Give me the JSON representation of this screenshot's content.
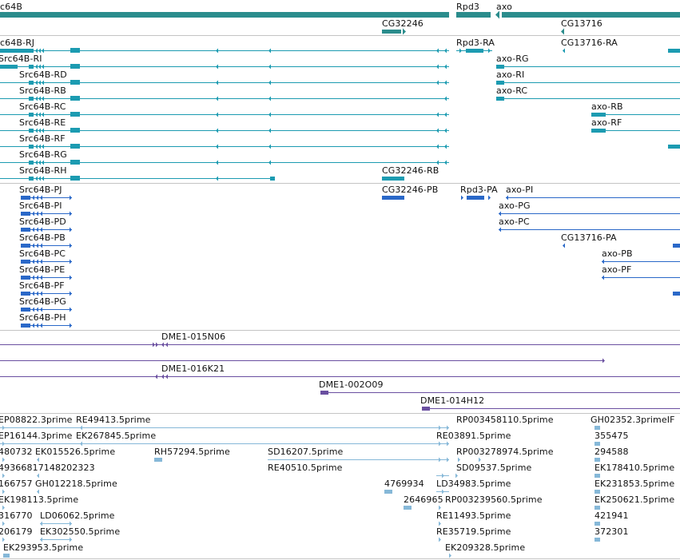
{
  "colors": {
    "gene": "#2a8c8c",
    "transcript": "#1c9bb1",
    "protein": "#2a68c8",
    "clone": "#6a4fa0",
    "est": "#86b8d8",
    "separator": "#c4c4c4"
  },
  "gene_track": {
    "labels": [
      "c64B",
      "Rpd3",
      "axo",
      "CG32246",
      "CG13716"
    ]
  },
  "transcript_track": {
    "labels": [
      "c64B-RJ",
      "Rpd3-RA",
      "CG13716-RA",
      "Src64B-RI",
      "axo-RG",
      "Src64B-RD",
      "axo-RI",
      "Src64B-RB",
      "axo-RC",
      "Src64B-RC",
      "axo-RB",
      "Src64B-RE",
      "axo-RF",
      "Src64B-RF",
      "Src64B-RG",
      "Src64B-RH",
      "CG32246-RB"
    ]
  },
  "protein_track": {
    "labels": [
      "Src64B-PJ",
      "CG32246-PB",
      "Rpd3-PA",
      "axo-PI",
      "Src64B-PI",
      "axo-PG",
      "Src64B-PD",
      "axo-PC",
      "Src64B-PB",
      "CG13716-PA",
      "Src64B-PC",
      "axo-PB",
      "Src64B-PE",
      "axo-PF",
      "Src64B-PF",
      "Src64B-PG",
      "Src64B-PH"
    ]
  },
  "clone_track": {
    "labels": [
      "DME1-015N06",
      "DME1-016K21",
      "DME1-002O09",
      "DME1-014H12"
    ]
  },
  "est_track": {
    "labels": [
      "EP08822.3prime",
      "RE49413.5prime",
      "RP003458110.5prime",
      "GH02352.3primeIF",
      "EP16144.3prime",
      "EK267845.5prime",
      "RE03891.5prime",
      "355475",
      "480732",
      "EK015526.5prime",
      "RH57294.5prime",
      "SD16207.5prime",
      "RP003278974.5prime",
      "294588",
      "49366817148202323",
      "RE40510.5prime",
      "SD09537.5prime",
      "EK178410.5prime",
      "166757",
      "GH012218.5prime",
      "4769934",
      "LD34983.5prime",
      "EK231853.5prime",
      "EK198113.5prime",
      "2646965",
      "RP003239560.5prime",
      "EK250621.5prime",
      "316770",
      "LD06062.5prime",
      "RE11493.5prime",
      "421941",
      "206179",
      "EK302550.5prime",
      "RE35719.5prime",
      "372301",
      "EK293953.5prime",
      "EK209328.5prime"
    ]
  }
}
